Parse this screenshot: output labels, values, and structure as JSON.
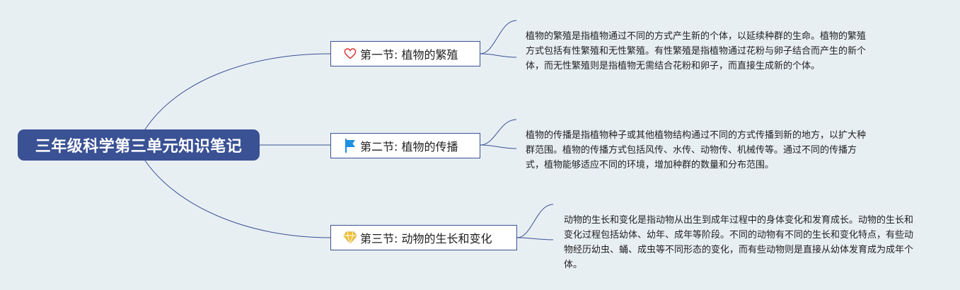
{
  "root": {
    "title": "三年级科学第三单元知识笔记"
  },
  "topics": [
    {
      "label": "第一节: 植物的繁殖",
      "icon": "heart-icon",
      "note": "植物的繁殖是指植物通过不同的方式产生新的个体，以延续种群的生命。植物的繁殖方式包括有性繁殖和无性繁殖。有性繁殖是指植物通过花粉与卵子结合而产生的新个体，而无性繁殖则是指植物无需结合花粉和卵子，而直接生成新的个体。"
    },
    {
      "label": "第二节: 植物的传播",
      "icon": "flag-icon",
      "note": "植物的传播是指植物种子或其他植物结构通过不同的方式传播到新的地方，以扩大种群范围。植物的传播方式包括风传、水传、动物传、机械传等。通过不同的传播方式，植物能够适应不同的环境，增加种群的数量和分布范围。"
    },
    {
      "label": "第三节: 动物的生长和变化",
      "icon": "diamond-icon",
      "note": "动物的生长和变化是指动物从出生到成年过程中的身体变化和发育成长。动物的生长和变化过程包括幼体、幼年、成年等阶段。不同的动物有不同的生长和变化特点，有些动物经历幼虫、蛹、成虫等不同形态的变化，而有些动物则是直接从幼体发育成为成年个体。"
    }
  ],
  "colors": {
    "background": "#e8eff3",
    "root_fill": "#3a5194",
    "line": "#3a5194",
    "heart": "#d9413c",
    "flag": "#1f8fe0",
    "diamond": "#f2c23a"
  }
}
